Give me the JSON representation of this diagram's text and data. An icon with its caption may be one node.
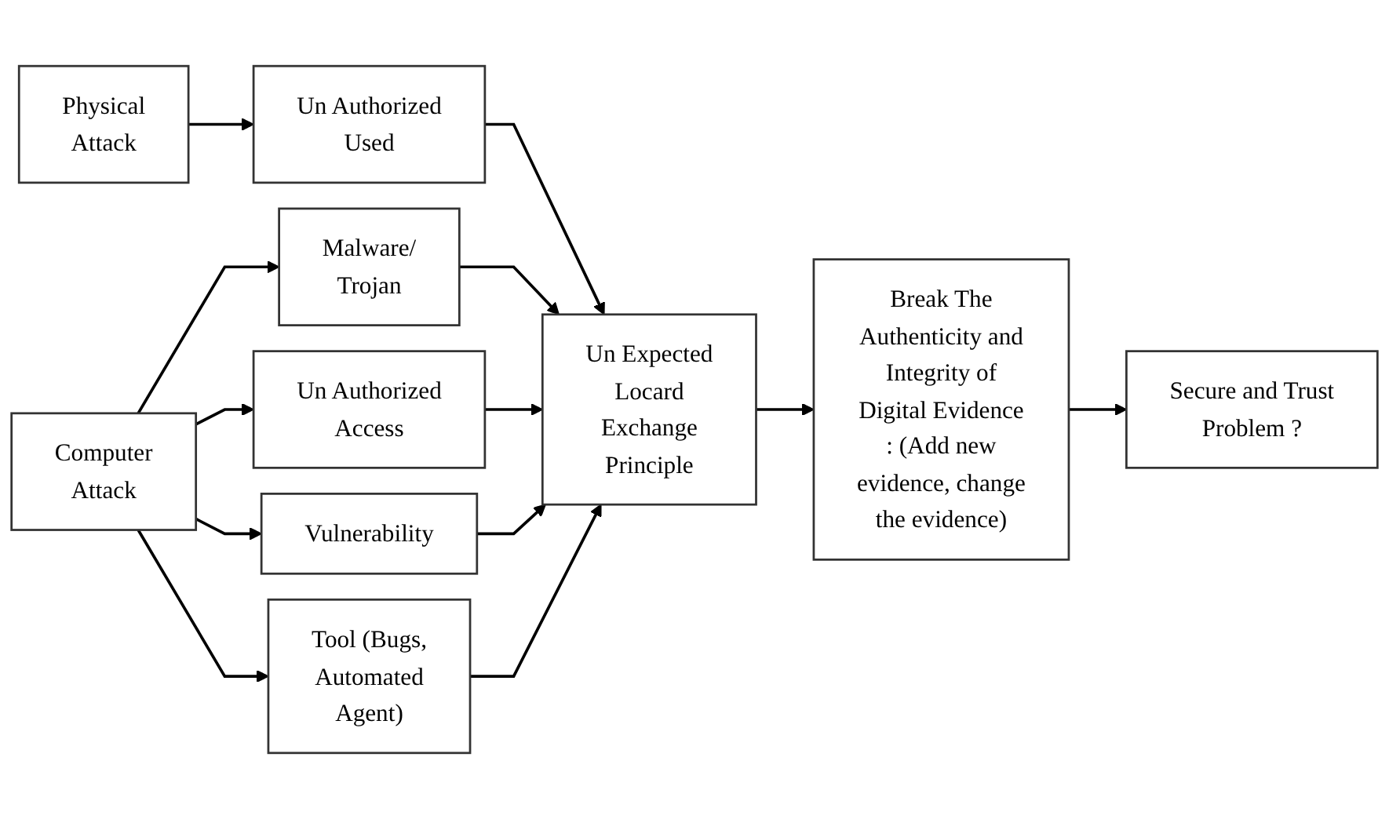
{
  "diagram": {
    "nodes": [
      {
        "text": [
          "Physical Attack"
        ]
      },
      {
        "text": [
          "Un Authorized Used"
        ]
      },
      {
        "text": [
          "Computer Attack"
        ]
      },
      {
        "text": [
          "Malware/ Trojan"
        ]
      },
      {
        "text": [
          "Un Authorized Access"
        ]
      },
      {
        "text": [
          "Vulnerability"
        ]
      },
      {
        "text": [
          "Tool (Bugs, Automated Agent)"
        ]
      },
      {
        "text": [
          "Un Expected Locard Exchange Principle"
        ]
      },
      {
        "text": [
          "Break The Authenticity and Integrity of Digital Evidence : (Add new evidence, change the evidence)"
        ]
      },
      {
        "text": [
          "Secure and Trust Problem ?"
        ]
      }
    ],
    "edges": [
      {
        "from": 0,
        "to": 1,
        "arrow": "to"
      },
      {
        "from": 1,
        "to": 7,
        "arrow": "to"
      },
      {
        "from": 2,
        "to": 3,
        "arrow": "to"
      },
      {
        "from": 2,
        "to": 4,
        "arrow": "to"
      },
      {
        "from": 2,
        "to": 5,
        "arrow": "to"
      },
      {
        "from": 2,
        "to": 6,
        "arrow": "to"
      },
      {
        "from": 3,
        "to": 7,
        "arrow": "to"
      },
      {
        "from": 4,
        "to": 7,
        "arrow": "to"
      },
      {
        "from": 5,
        "to": 7,
        "arrow": "to"
      },
      {
        "from": 6,
        "to": 7,
        "arrow": "to"
      },
      {
        "from": 7,
        "to": 8,
        "arrow": "to"
      },
      {
        "from": 8,
        "to": 9,
        "arrow": "to"
      }
    ]
  }
}
